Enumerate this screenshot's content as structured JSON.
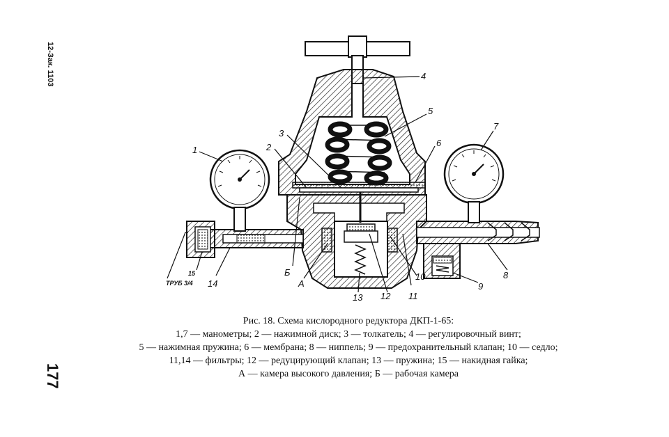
{
  "side_stamp": "12-Зак. 1103",
  "page_number": "177",
  "labels": {
    "l1": "1",
    "l2": "2",
    "l3": "3",
    "l4": "4",
    "l5": "5",
    "l6": "6",
    "l7": "7",
    "l8": "8",
    "l9": "9",
    "l10": "10",
    "l11": "11",
    "l12": "12",
    "l13": "13",
    "l14": "14",
    "l15": "15",
    "A": "А",
    "B": "Б",
    "trub": "ТРУБ 3/4"
  },
  "caption": {
    "title": "Рис. 18. Схема кислородного редуктора ДКП-1-65:",
    "lines": [
      "1,7 — манометры; 2 — нажимной диск; 3 — толкатель; 4 — регулировочный винт;",
      "5 — нажимная пружина; 6 — мембрана; 8 — ниппель; 9 — предохранительный клапан; 10 — седло;",
      "11,14 — фильтры; 12 — редуцирующий клапан; 13 — пружина; 15 — накидная гайка;",
      "А — камера высокого давления; Б — рабочая камера"
    ]
  }
}
